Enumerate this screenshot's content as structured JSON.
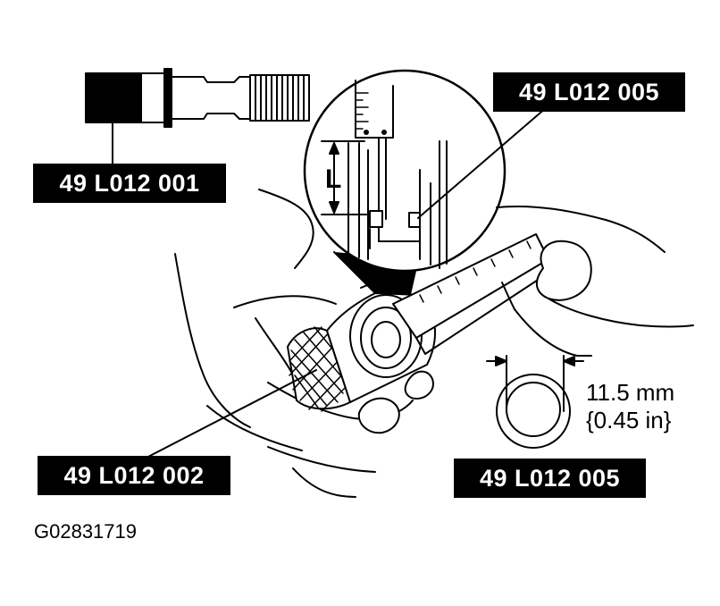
{
  "labels": {
    "tool_top_left": "49 L012 001",
    "tool_top_right": "49 L012 005",
    "tool_bottom_left": "49 L012 002",
    "tool_bottom_right": "49 L012 005"
  },
  "dimension": {
    "value": "11.5 mm",
    "imperial": "{0.45 in}",
    "measure_symbol": "L"
  },
  "figure_id": "G02831719",
  "colors": {
    "ink": "#000000",
    "paper": "#ffffff"
  }
}
